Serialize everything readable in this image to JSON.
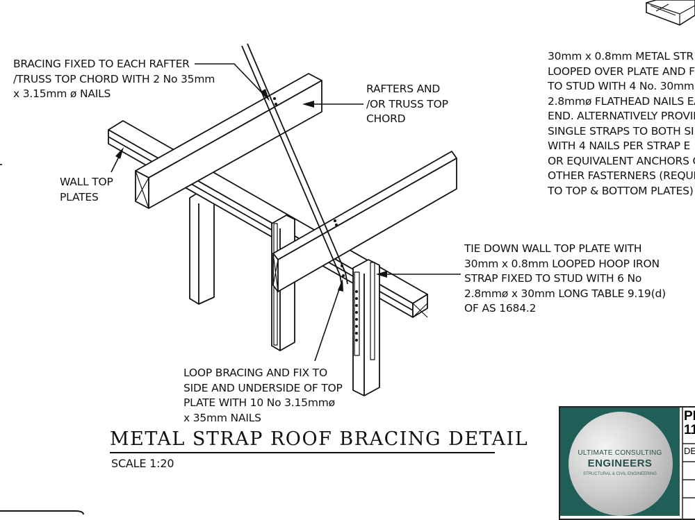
{
  "drawing": {
    "title": "METAL STRAP ROOF BRACING DETAIL",
    "scale": "SCALE 1:20"
  },
  "notes": {
    "bracing_fixed": "BRACING FIXED TO EACH RAFTER\n/TRUSS TOP CHORD WITH 2 No 35mm\nx 3.15mm ø NAILS",
    "rafters": "RAFTERS AND\n/OR TRUSS TOP\nCHORD",
    "wall_top_plates": "WALL TOP\nPLATES",
    "tie_down": "TIE DOWN WALL TOP PLATE WITH\n30mm x 0.8mm LOOPED HOOP IRON\nSTRAP FIXED TO STUD WITH 6 No\n2.8mmø x 30mm LONG TABLE 9.19(d)\nOF AS 1684.2",
    "loop_bracing": "LOOP BRACING AND FIX TO\nSIDE AND UNDERSIDE OF TOP\nPLATE WITH 10 No 3.15mmø\nx 35mm NAILS",
    "metal_strap": "30mm x 0.8mm METAL STR\nLOOPED OVER PLATE AND F\nTO STUD WITH 4 No. 30mm\n2.8mmø FLATHEAD NAILS EA\nEND. ALTERNATIVELY PROVID\nSINGLE STRAPS TO BOTH SI\nWITH 4 NAILS PER STRAP E\nOR EQUIVALENT ANCHORS O\nOTHER FASTERNERS (REQUIR\nTO TOP & BOTTOM PLATES)"
  },
  "title_block": {
    "logo_line1": "ULTIMATE CONSULTING",
    "logo_line2": "ENGINEERS",
    "logo_line3": "STRUCTURAL & CIVIL ENGINEERING",
    "cell1": "PI\n11",
    "cell2": "DE"
  }
}
